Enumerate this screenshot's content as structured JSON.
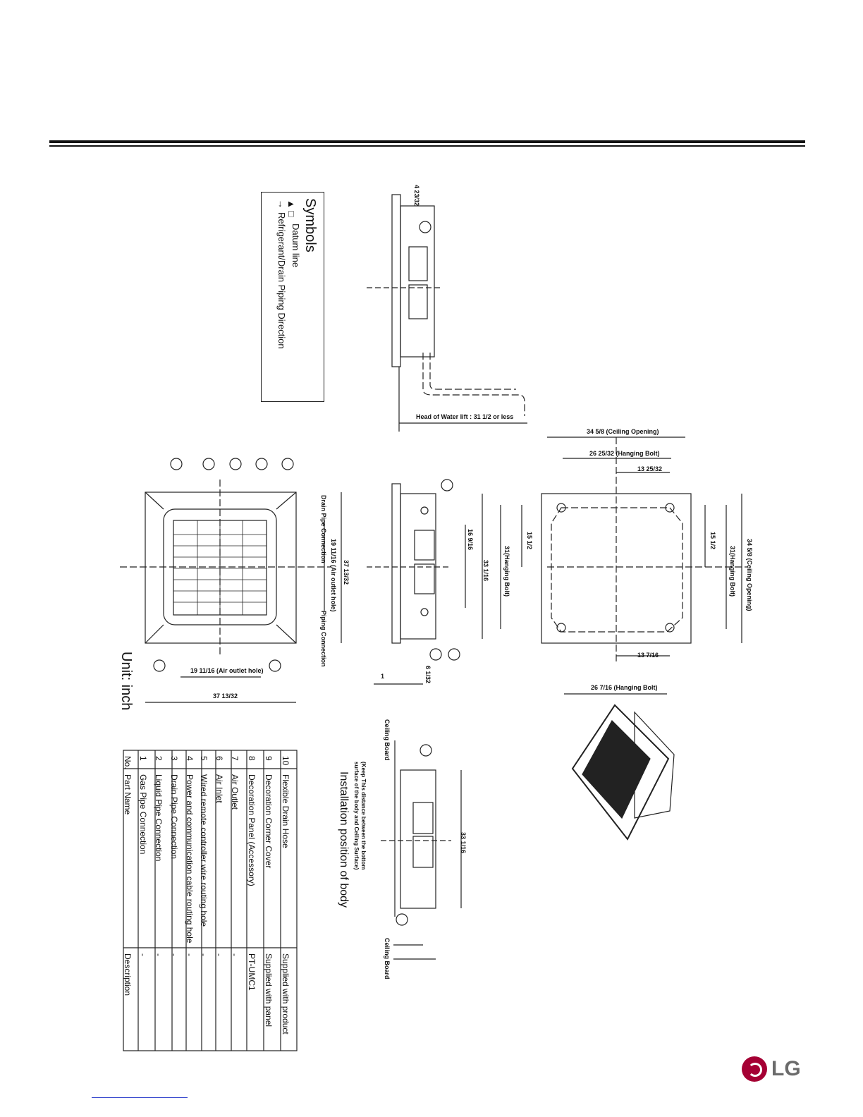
{
  "unit_label": "Unit: inch",
  "symbols": {
    "title": "Symbols",
    "datum": "Datum line",
    "direction": "Refrigerant/Drain Piping Direction"
  },
  "parts_table": {
    "headers": [
      "No.",
      "Part Name",
      "Description"
    ],
    "rows": [
      {
        "no": "10",
        "name": "Flexible Drain Hose",
        "desc": "Supplied with product"
      },
      {
        "no": "9",
        "name": "Decoration Corner Cover",
        "desc": "Supplied with panel"
      },
      {
        "no": "8",
        "name": "Decoration Panel (Accessory)",
        "desc": "PT-UMC1"
      },
      {
        "no": "7",
        "name": "Air Outlet",
        "desc": "-"
      },
      {
        "no": "6",
        "name": "Air Inlet",
        "desc": "-"
      },
      {
        "no": "5",
        "name": "Wired remote controller wire routing hole",
        "desc": "-"
      },
      {
        "no": "4",
        "name": "Power and communication cable routing hole",
        "desc": "-"
      },
      {
        "no": "3",
        "name": "Drain Pipe Connection",
        "desc": "-"
      },
      {
        "no": "2",
        "name": "Liquid Pipe Connection",
        "desc": "-"
      },
      {
        "no": "1",
        "name": "Gas Pipe Connection",
        "desc": "-"
      }
    ]
  },
  "labels": {
    "drain_pipe": "Drain Pipe Connection",
    "piping": "Piping Connection",
    "air_outlet_hole": "19 11/16 (Air outlet hole)",
    "overall": "37 13/32",
    "head_water": "Head of Water lift : 31 1/2 or less",
    "ceiling_opening": "34 5/8 (Ceiling Opening)",
    "hanging_bolt_top": "26 25/32 (Hanging Bolt)",
    "hanging_bolt_bottom": "26 7/16 (Hanging Bolt)",
    "hanging_bolt_side": "31(Hanging Bolt)",
    "install_title": "Installation position of body",
    "keep_note": "(Keep This distance between the bottom surface of the body and Ceiling Surface)",
    "ceiling_board": "Ceiling Board",
    "dim_33": "33 1/16",
    "dim_15": "15 1/2",
    "dim_13": "13 7/16",
    "dim_13b": "13 25/32",
    "dim_16": "16 9/16",
    "dim_6": "6 1/32",
    "dim_4": "4 23/32",
    "dim_1": "1"
  },
  "logo": {
    "text": "LG"
  }
}
